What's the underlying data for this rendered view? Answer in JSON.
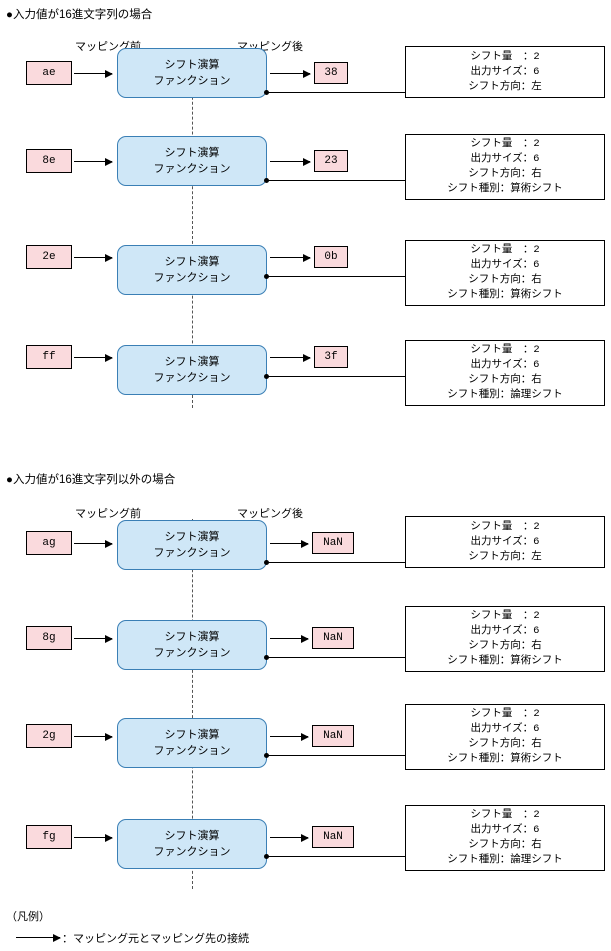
{
  "sections": [
    {
      "title": "●入力値が16進文字列の場合",
      "col_labels": {
        "before": "マッピング前",
        "after": "マッピング後"
      },
      "rows": [
        {
          "input": "ae",
          "func_line1": "シフト演算",
          "func_line2": "ファンクション",
          "output": "38",
          "note": [
            "シフト量　：2",
            "出力サイズ：6",
            "シフト方向：左"
          ]
        },
        {
          "input": "8e",
          "func_line1": "シフト演算",
          "func_line2": "ファンクション",
          "output": "23",
          "note": [
            "シフト量　：2",
            "出力サイズ：6",
            "シフト方向：右",
            "シフト種別：算術シフト"
          ]
        },
        {
          "input": "2e",
          "func_line1": "シフト演算",
          "func_line2": "ファンクション",
          "output": "0b",
          "note": [
            "シフト量　：2",
            "出力サイズ：6",
            "シフト方向：右",
            "シフト種別：算術シフト"
          ]
        },
        {
          "input": "ff",
          "func_line1": "シフト演算",
          "func_line2": "ファンクション",
          "output": "3f",
          "note": [
            "シフト量　：2",
            "出力サイズ：6",
            "シフト方向：右",
            "シフト種別：論理シフト"
          ]
        }
      ]
    },
    {
      "title": "●入力値が16進文字列以外の場合",
      "col_labels": {
        "before": "マッピング前",
        "after": "マッピング後"
      },
      "rows": [
        {
          "input": "ag",
          "func_line1": "シフト演算",
          "func_line2": "ファンクション",
          "output": "NaN",
          "note": [
            "シフト量　：2",
            "出力サイズ：6",
            "シフト方向：左"
          ]
        },
        {
          "input": "8g",
          "func_line1": "シフト演算",
          "func_line2": "ファンクション",
          "output": "NaN",
          "note": [
            "シフト量　：2",
            "出力サイズ：6",
            "シフト方向：右",
            "シフト種別：算術シフト"
          ]
        },
        {
          "input": "2g",
          "func_line1": "シフト演算",
          "func_line2": "ファンクション",
          "output": "NaN",
          "note": [
            "シフト量　：2",
            "出力サイズ：6",
            "シフト方向：右",
            "シフト種別：算術シフト"
          ]
        },
        {
          "input": "fg",
          "func_line1": "シフト演算",
          "func_line2": "ファンクション",
          "output": "NaN",
          "note": [
            "シフト量　：2",
            "出力サイズ：6",
            "シフト方向：右",
            "シフト種別：論理シフト"
          ]
        }
      ]
    }
  ],
  "legend": {
    "title": "（凡例）",
    "text": "：マッピング元とマッピング先の接続"
  },
  "colors": {
    "value_box_fill": "#fadadd",
    "func_box_fill": "#cfe7f7",
    "func_box_border": "#3a7fb5",
    "line": "#000000"
  }
}
